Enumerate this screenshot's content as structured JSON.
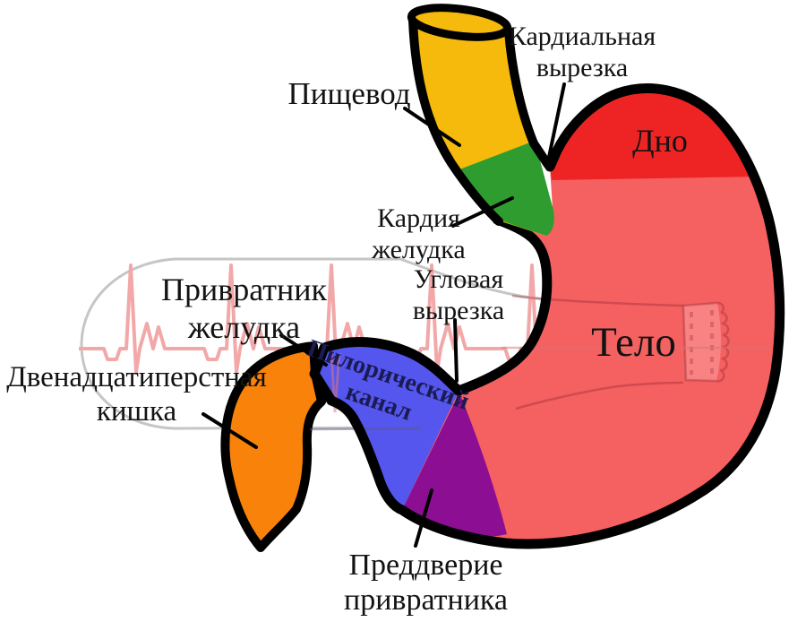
{
  "figure": {
    "labels": {
      "cardiac_notch": {
        "line1": "Кардиальная",
        "line2": "вырезка"
      },
      "esophagus": {
        "text": "Пищевод"
      },
      "fundus": {
        "text": "Дно"
      },
      "cardia": {
        "line1": "Кардия",
        "line2": "желудка"
      },
      "angular_notch": {
        "line1": "Угловая",
        "line2": "вырезка"
      },
      "pylorus": {
        "line1": "Привратник",
        "line2": "желудка"
      },
      "duodenum": {
        "line1": "Двенадцатиперстная",
        "line2": "кишка"
      },
      "body": {
        "text": "Тело"
      },
      "pyloric_canal": {
        "line1": "Пилорический",
        "line2": "канал"
      },
      "antrum": {
        "line1": "Преддверие",
        "line2": "привратника"
      }
    },
    "colors": {
      "esophagus_yellow": "#F6BA0C",
      "cardia_green": "#2E9C2E",
      "fundus_red": "#EE2424",
      "body_salmon": "#F56060",
      "canal_blue": "#5456EE",
      "antrum_purple": "#8C0E92",
      "duodenum_orange": "#F8820A",
      "outline_black": "#000000",
      "ecg_pink": "#F2A8A8",
      "bottle_gray": "#C6C6C6",
      "canal_text_navy": "#1B1B52"
    }
  }
}
